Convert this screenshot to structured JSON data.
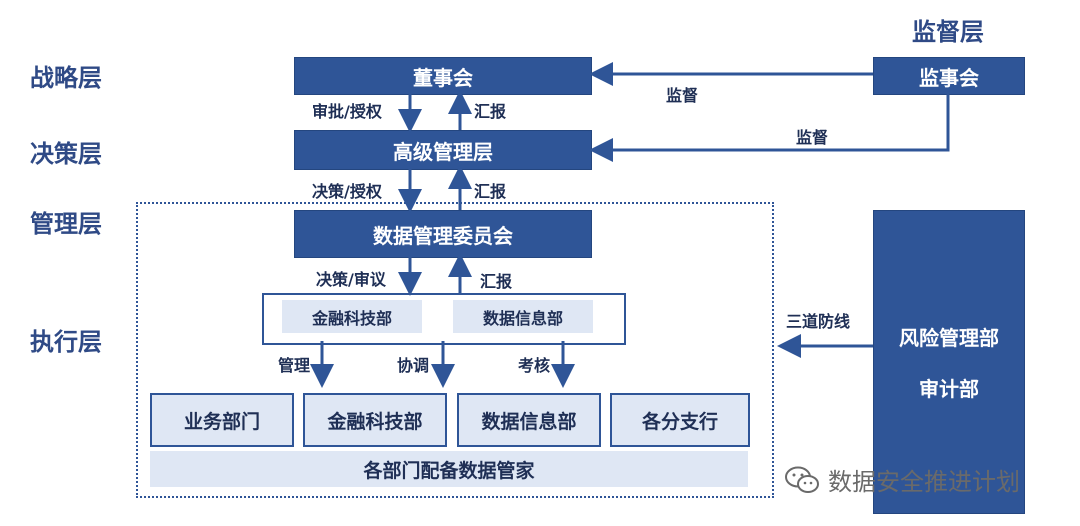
{
  "layers": {
    "strategy": "战略层",
    "decision": "决策层",
    "management": "管理层",
    "execution": "执行层",
    "supervision": "监督层"
  },
  "boxes": {
    "board": "董事会",
    "senior_management": "高级管理层",
    "data_committee": "数据管理委员会",
    "supervisory_board": "监事会",
    "risk_dept": "风险管理部",
    "audit_dept": "审计部",
    "fintech_dept_inner": "金融科技部",
    "data_info_dept_inner": "数据信息部",
    "business_dept": "业务部门",
    "fintech_dept": "金融科技部",
    "data_info_dept": "数据信息部",
    "branches": "各分支行",
    "data_stewards": "各部门配备数据管家"
  },
  "edge_labels": {
    "approve_authorize": "审批/授权",
    "report_1": "汇报",
    "decide_authorize": "决策/授权",
    "report_2": "汇报",
    "decide_review": "决策/审议",
    "report_3": "汇报",
    "manage": "管理",
    "coordinate": "协调",
    "assess": "考核",
    "supervise_1": "监督",
    "supervise_2": "监督",
    "three_lines": "三道防线"
  },
  "watermark": {
    "icon": "wechat-icon",
    "text": "数据安全推进计划"
  },
  "colors": {
    "dark_blue": "#2f5597",
    "light_blue": "#dfe7f4",
    "label_blue": "#2f4a86"
  }
}
